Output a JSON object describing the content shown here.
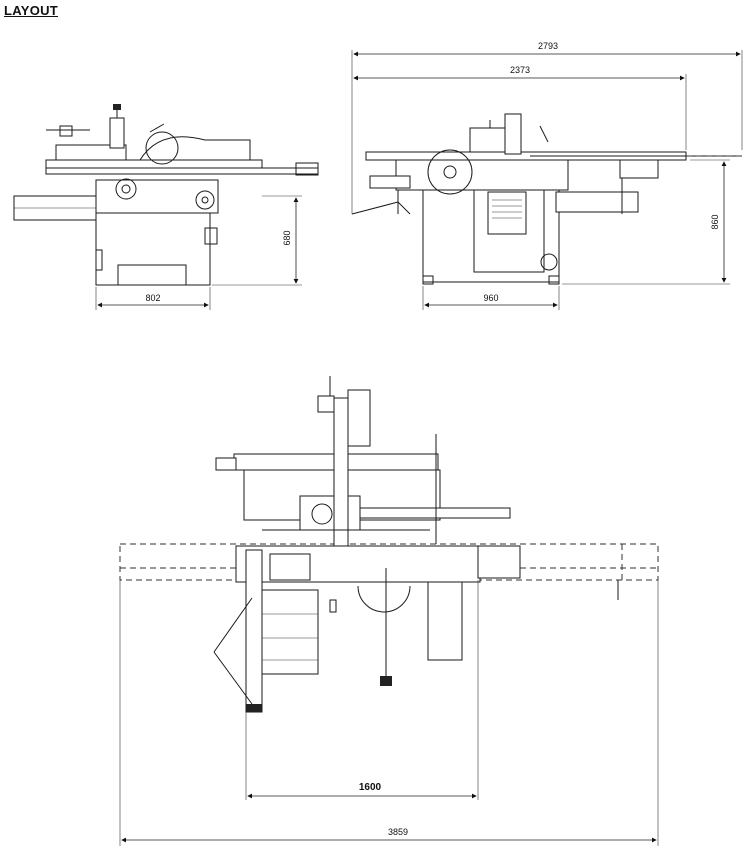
{
  "title": "LAYOUT",
  "dimensions": {
    "side_width": "802",
    "side_height": "680",
    "front_overall": "2793",
    "front_table": "2373",
    "front_base": "960",
    "front_height": "860",
    "top_base": "1600",
    "top_overall": "3859"
  },
  "colors": {
    "line": "#1a1a1a",
    "background": "#ffffff"
  }
}
